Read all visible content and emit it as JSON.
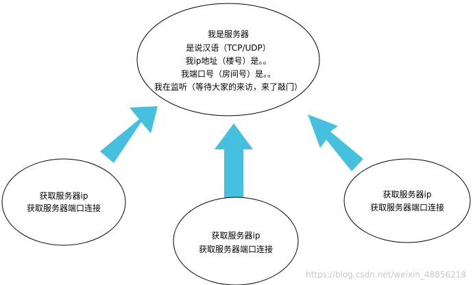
{
  "server": {
    "lines": [
      "我是服务器",
      "是说汉语（TCP/UDP）",
      "我ip地址（楼号）是。。",
      "我端口号（房间号）是。。",
      "我在监听（等待大家的来访，来了敲门）"
    ]
  },
  "clients": [
    {
      "lines": [
        "获取服务器ip",
        "获取服务器端口连接"
      ]
    },
    {
      "lines": [
        "获取服务器ip",
        "获取服务器端口连接"
      ]
    },
    {
      "lines": [
        "获取服务器ip",
        "获取服务器端口连接"
      ]
    }
  ],
  "watermark": "https://blog.csdn.net/weixin_48856218",
  "colors": {
    "arrow": "#45c0de",
    "ellipse_stroke": "#000000",
    "ellipse_fill": "#ffffff",
    "watermark": "#c8c8c8"
  }
}
